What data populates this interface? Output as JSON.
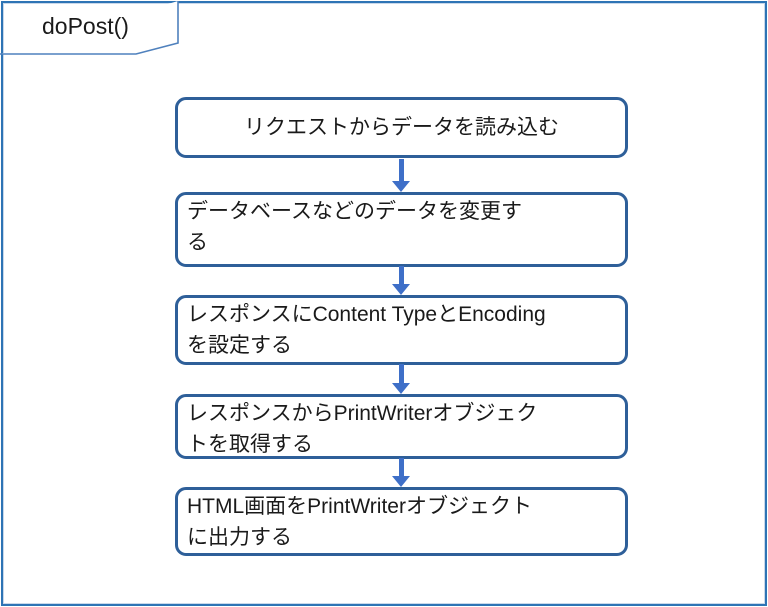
{
  "frame": {
    "label": "doPost()"
  },
  "flow": {
    "boxes": [
      {
        "name": "read-request-data",
        "lines": [
          "リクエストからデータを読み込む"
        ]
      },
      {
        "name": "modify-database-data",
        "lines": [
          "データベースなどのデータを変更す",
          "る"
        ]
      },
      {
        "name": "set-content-type-encoding",
        "lines": [
          "レスポンスにContent TypeとEncoding",
          "を設定する"
        ]
      },
      {
        "name": "get-printwriter-object",
        "lines": [
          "レスポンスからPrintWriterオブジェク",
          "トを取得する"
        ]
      },
      {
        "name": "output-html-screen",
        "lines": [
          "HTML画面をPrintWriterオブジェクト",
          "に出力する"
        ]
      }
    ]
  },
  "colors": {
    "frame_border": "#2e74b5",
    "tab_border": "#4f81bd",
    "box_border": "#2e5f99",
    "arrow": "#3e6fc8",
    "text": "#1a1a1a",
    "background": "#ffffff"
  }
}
